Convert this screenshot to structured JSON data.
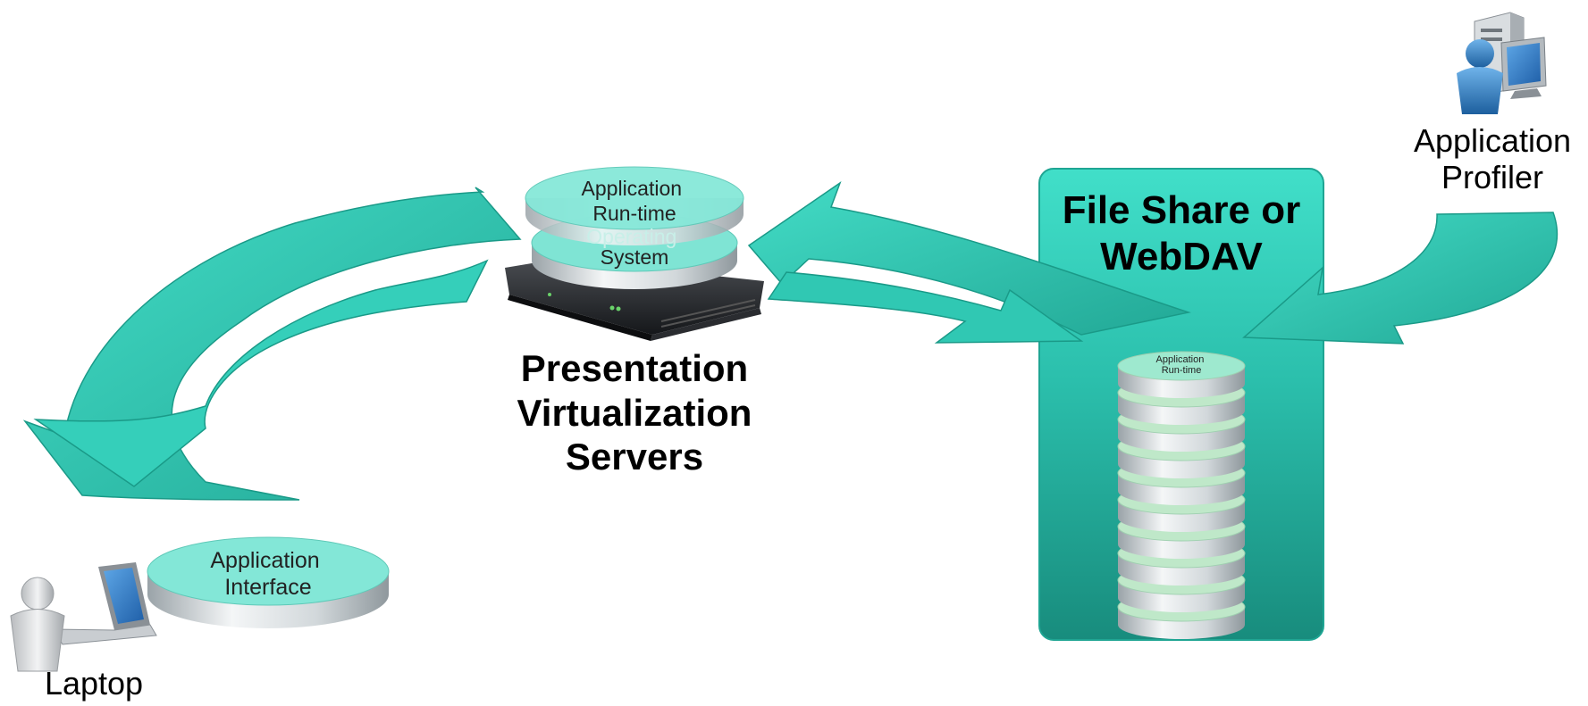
{
  "labels": {
    "laptop": "Laptop",
    "application_profiler": [
      "Application",
      "Profiler"
    ],
    "presentation_servers": [
      "Presentation",
      "Virtualization",
      "Servers"
    ],
    "file_share": [
      "File Share or",
      "WebDAV"
    ]
  },
  "discs": {
    "app_interface": [
      "Application",
      "Interface"
    ],
    "app_runtime": [
      "Application",
      "Run-time"
    ],
    "operating_system": [
      "Operating",
      "System"
    ],
    "stack_top": [
      "Application",
      "Run-time"
    ]
  },
  "colors": {
    "arrow_teal": "#2ec9b4",
    "arrow_edge": "#1a9a88",
    "panel_top": "#3fdcc6",
    "panel_bottom": "#1a8f80",
    "disc_top": "#7fe6d6",
    "disc_side": "#cfd6da",
    "stack_band": "#bfe8c9",
    "person_blue": "#2f7fc7"
  },
  "icons": [
    "laptop-icon",
    "person-icon",
    "computer-tower-icon",
    "monitor-icon",
    "server-icon",
    "storage-stack-icon"
  ]
}
